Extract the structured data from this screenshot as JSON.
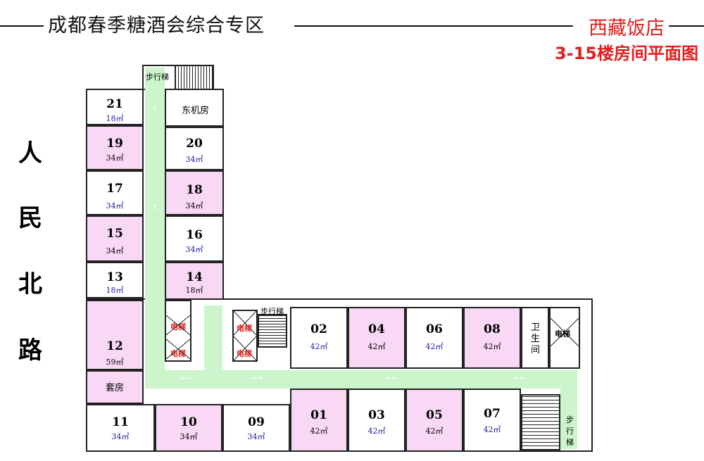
{
  "header": {
    "title": "成都春季糖酒会综合专区",
    "hotel_name": "西藏饭店",
    "floor_title": "3-15楼房间平面图"
  },
  "road_label": [
    "人",
    "民",
    "北",
    "路"
  ],
  "rooms": {
    "r21": {
      "num": "21",
      "area": "18㎡"
    },
    "r19": {
      "num": "19",
      "area": "34㎡"
    },
    "r17": {
      "num": "17",
      "area": "34㎡"
    },
    "r15": {
      "num": "15",
      "area": "34㎡"
    },
    "r13": {
      "num": "13",
      "area": "18㎡"
    },
    "r12": {
      "num": "12",
      "area": "59㎡"
    },
    "r11": {
      "num": "11",
      "area": "34㎡"
    },
    "r10": {
      "num": "10",
      "area": "34㎡"
    },
    "r09": {
      "num": "09",
      "area": "34㎡"
    },
    "r20": {
      "num": "20",
      "area": "34㎡"
    },
    "r18": {
      "num": "18",
      "area": "34㎡"
    },
    "r16": {
      "num": "16",
      "area": "34㎡"
    },
    "r14": {
      "num": "14",
      "area": "18㎡"
    },
    "r02": {
      "num": "02",
      "area": "42㎡"
    },
    "r04": {
      "num": "04",
      "area": "42㎡"
    },
    "r06": {
      "num": "06",
      "area": "42㎡"
    },
    "r08": {
      "num": "08",
      "area": "42㎡"
    },
    "r01": {
      "num": "01",
      "area": "42㎡"
    },
    "r03": {
      "num": "03",
      "area": "42㎡"
    },
    "r05": {
      "num": "05",
      "area": "42㎡"
    },
    "r07": {
      "num": "07",
      "area": "42㎡"
    }
  },
  "facilities": {
    "east_machine_room": "东机房",
    "suite": "套房",
    "stairs": "步行梯",
    "stairs_vertical": [
      "步",
      "行",
      "梯"
    ],
    "elevator": "电梯",
    "restroom": [
      "卫",
      "生",
      "间"
    ]
  },
  "colors": {
    "pink_room": "#f8d8f4",
    "corridor": "#ccf5cc",
    "title_red": "#e02020",
    "area_blue": "#1a1aa8"
  }
}
